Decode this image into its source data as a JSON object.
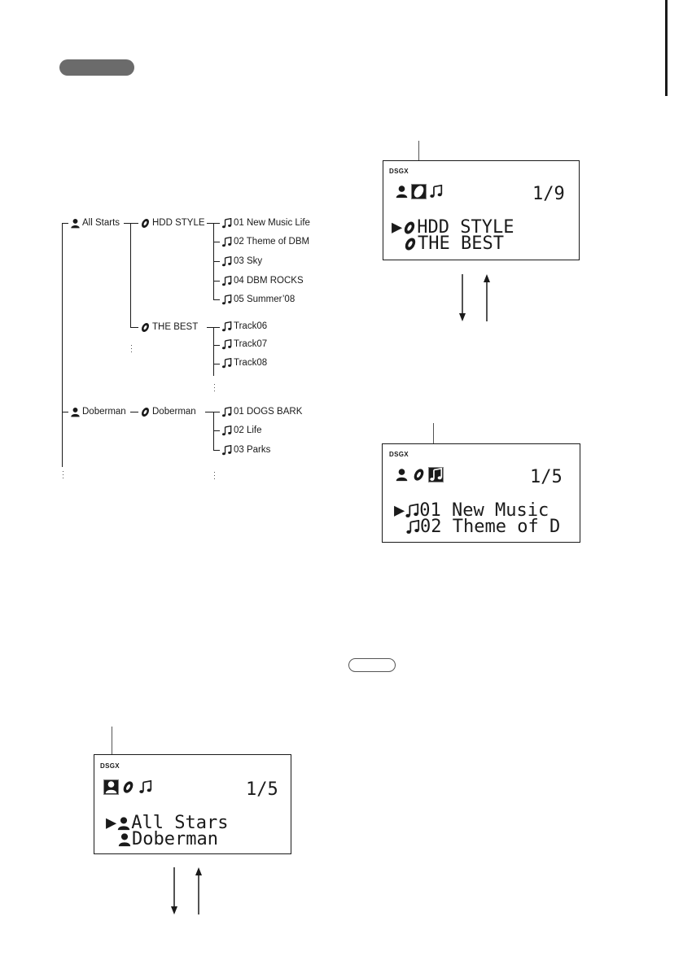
{
  "tree": {
    "root_items": [
      {
        "label": "All Starts",
        "icon": "artist-icon"
      },
      {
        "label": "Doberman",
        "icon": "artist-icon"
      }
    ],
    "albums": [
      {
        "label": "HDD STYLE",
        "icon": "album-icon"
      },
      {
        "label": "THE BEST",
        "icon": "album-icon"
      },
      {
        "label": "Doberman",
        "icon": "album-icon"
      }
    ],
    "tracks_hdd_style": [
      "01 New Music Life",
      "02 Theme of DBM",
      "03 Sky",
      "04 DBM ROCKS",
      "05 Summer’08"
    ],
    "tracks_the_best": [
      "Track06",
      "Track07",
      "Track08"
    ],
    "tracks_doberman": [
      "01 DOGS BARK",
      "02 Life",
      "03 Parks"
    ]
  },
  "displays": {
    "album": {
      "brand": "DSGX",
      "count": "1/9",
      "lines": [
        {
          "cursor": "▶",
          "icon": "album-icon",
          "text": "HDD STYLE"
        },
        {
          "cursor": "",
          "icon": "album-icon",
          "text": "THE BEST"
        }
      ]
    },
    "track": {
      "brand": "DSGX",
      "count": "1/5",
      "lines": [
        {
          "cursor": "▶",
          "icon": "note-icon",
          "text": "01 New Music"
        },
        {
          "cursor": "",
          "icon": "note-icon",
          "text": "02 Theme of D"
        }
      ]
    },
    "artist": {
      "brand": "DSGX",
      "count": "1/5",
      "lines": [
        {
          "cursor": "▶",
          "icon": "artist-icon",
          "text": "All Stars"
        },
        {
          "cursor": "",
          "icon": "artist-icon",
          "text": "Doberman"
        }
      ]
    }
  },
  "colors": {
    "ink": "#1a1a1a",
    "pill": "#6b6b6b",
    "pointer": "#555555"
  }
}
